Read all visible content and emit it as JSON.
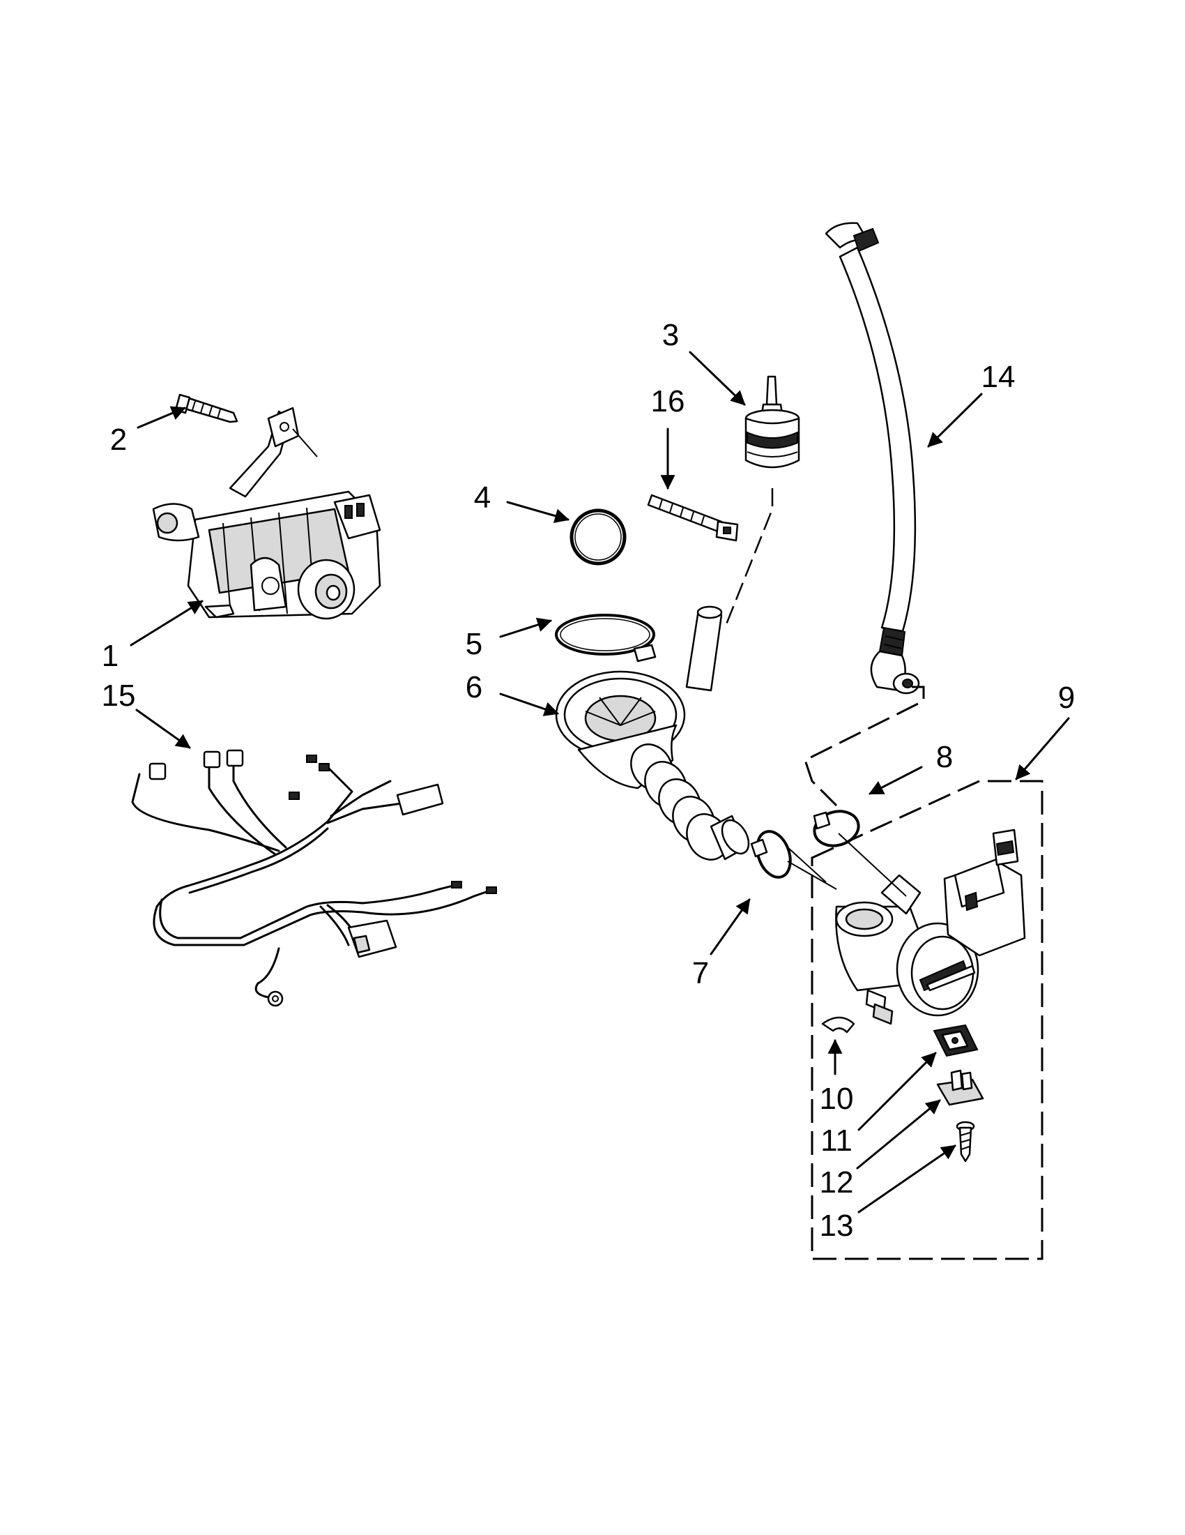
{
  "diagram": {
    "callouts": [
      "1",
      "2",
      "3",
      "4",
      "5",
      "6",
      "7",
      "8",
      "9",
      "10",
      "11",
      "12",
      "13",
      "14",
      "15",
      "16"
    ]
  },
  "parts": [
    {
      "key": "motor",
      "icon": "motor-icon"
    },
    {
      "key": "screw",
      "icon": "screw-icon"
    },
    {
      "key": "pressure-switch-cap",
      "icon": "cap-icon"
    },
    {
      "key": "o-ring",
      "icon": "ring-icon"
    },
    {
      "key": "clamp-large",
      "icon": "clamp-icon"
    },
    {
      "key": "sump-hose",
      "icon": "hose-icon"
    },
    {
      "key": "clamp-small",
      "icon": "clamp-icon"
    },
    {
      "key": "clamp-drain",
      "icon": "clamp-icon"
    },
    {
      "key": "drain-pump-assembly",
      "icon": "pump-icon"
    },
    {
      "key": "clip",
      "icon": "clip-icon"
    },
    {
      "key": "pad",
      "icon": "pad-icon"
    },
    {
      "key": "bracket",
      "icon": "bracket-icon"
    },
    {
      "key": "screw-small",
      "icon": "screw-icon"
    },
    {
      "key": "drain-hose",
      "icon": "hose-icon"
    },
    {
      "key": "wire-harness",
      "icon": "harness-icon"
    },
    {
      "key": "cable-tie",
      "icon": "tie-icon"
    }
  ]
}
